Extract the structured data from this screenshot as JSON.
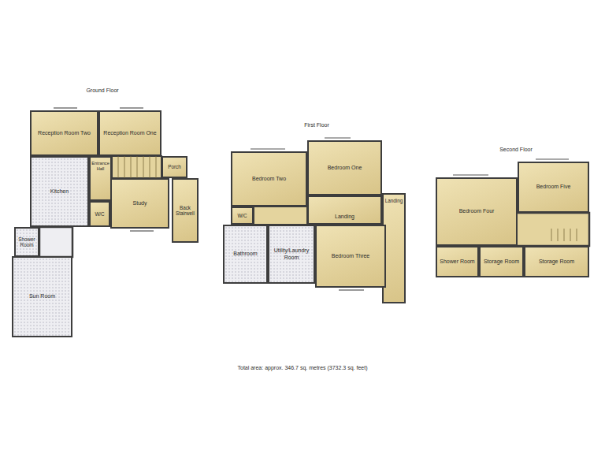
{
  "diagram": {
    "caption": "Total area: approx. 346.7 sq. metres (3732.3 sq. feet)",
    "nodes": [
      {
        "text": [
          "Reception Room Two"
        ]
      },
      {
        "text": [
          "Reception Room One"
        ]
      },
      {
        "text": [
          "Entrance Hall"
        ]
      },
      {
        "text": [
          "Porch"
        ]
      },
      {
        "text": [
          "Kitchen"
        ]
      },
      {
        "text": [
          "W/C"
        ]
      },
      {
        "text": [
          "Study"
        ]
      },
      {
        "text": [
          "Back Stairwell"
        ]
      },
      {
        "text": [
          "Shower Room"
        ]
      },
      {
        "text": [
          "Sun Room"
        ]
      },
      {
        "text": [
          "Bedroom Two"
        ]
      },
      {
        "text": [
          "Bedroom One"
        ]
      },
      {
        "text": [
          "Landing"
        ]
      },
      {
        "text": [
          "Landing"
        ]
      },
      {
        "text": [
          "W/C"
        ]
      },
      {
        "text": [
          "Bathroom"
        ]
      },
      {
        "text": [
          "Utility/Laundry Room"
        ]
      },
      {
        "text": [
          "Bedroom Three"
        ]
      },
      {
        "text": [
          "Bedroom Four"
        ]
      },
      {
        "text": [
          "Bedroom Five"
        ]
      },
      {
        "text": [
          "Shower Room"
        ]
      },
      {
        "text": [
          "Storage Room"
        ]
      },
      {
        "text": [
          "Storage Room"
        ]
      }
    ],
    "labels": [
      "Ground Floor",
      "First Floor",
      "Second Floor"
    ]
  }
}
